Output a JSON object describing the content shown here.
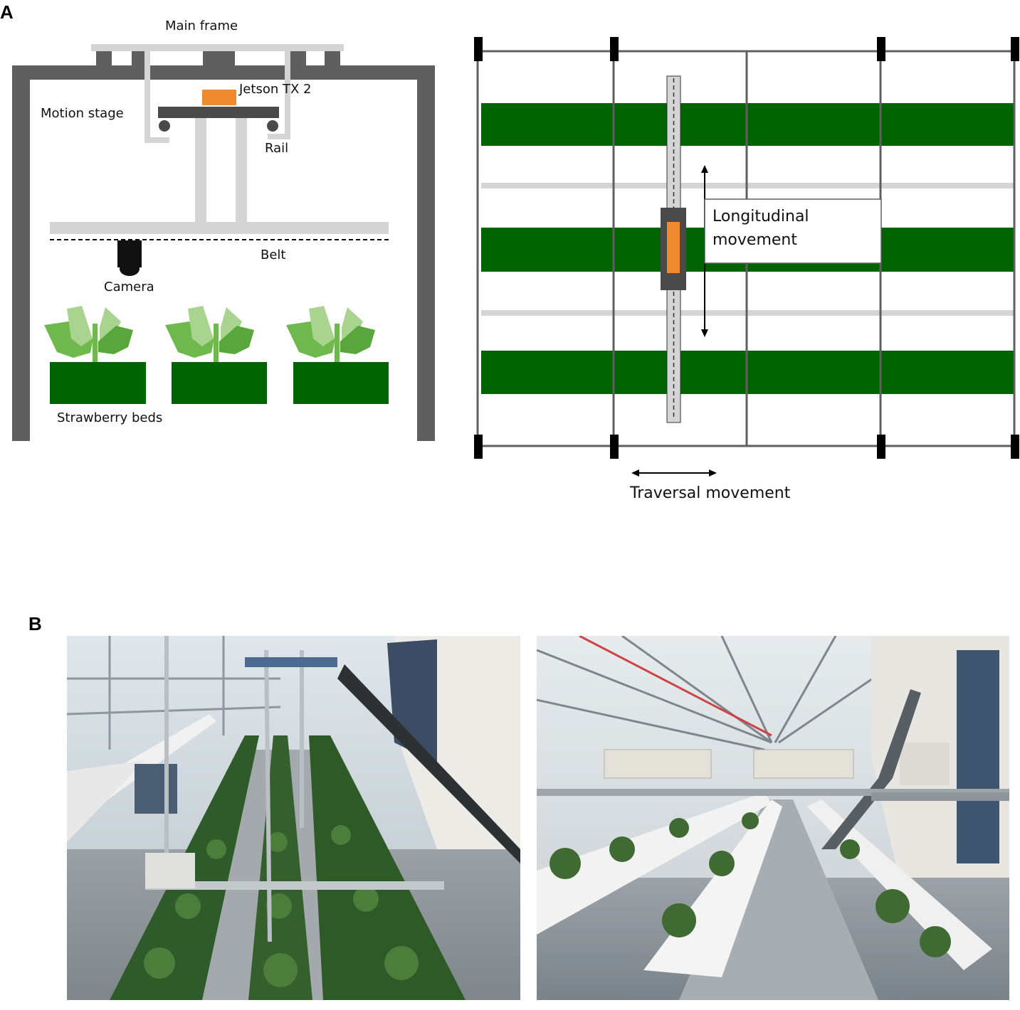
{
  "panels": {
    "a": "A",
    "b": "B"
  },
  "side_view": {
    "main_frame": "Main frame",
    "jetson": "Jetson TX 2",
    "motion_stage": "Motion stage",
    "rail": "Rail",
    "belt": "Belt",
    "camera": "Camera",
    "beds": "Strawberry beds"
  },
  "top_view": {
    "longitudinal_line1": "Longitudinal",
    "longitudinal_line2": "movement",
    "traversal": "Traversal movement"
  },
  "colors": {
    "frame": "#5f5f5f",
    "light_gray": "#d5d5d5",
    "orange": "#f08a2e",
    "bed_green": "#006400",
    "leaf_light": "#a9d48f",
    "leaf_mid": "#6fb84e",
    "leaf_dark": "#58a63c"
  }
}
